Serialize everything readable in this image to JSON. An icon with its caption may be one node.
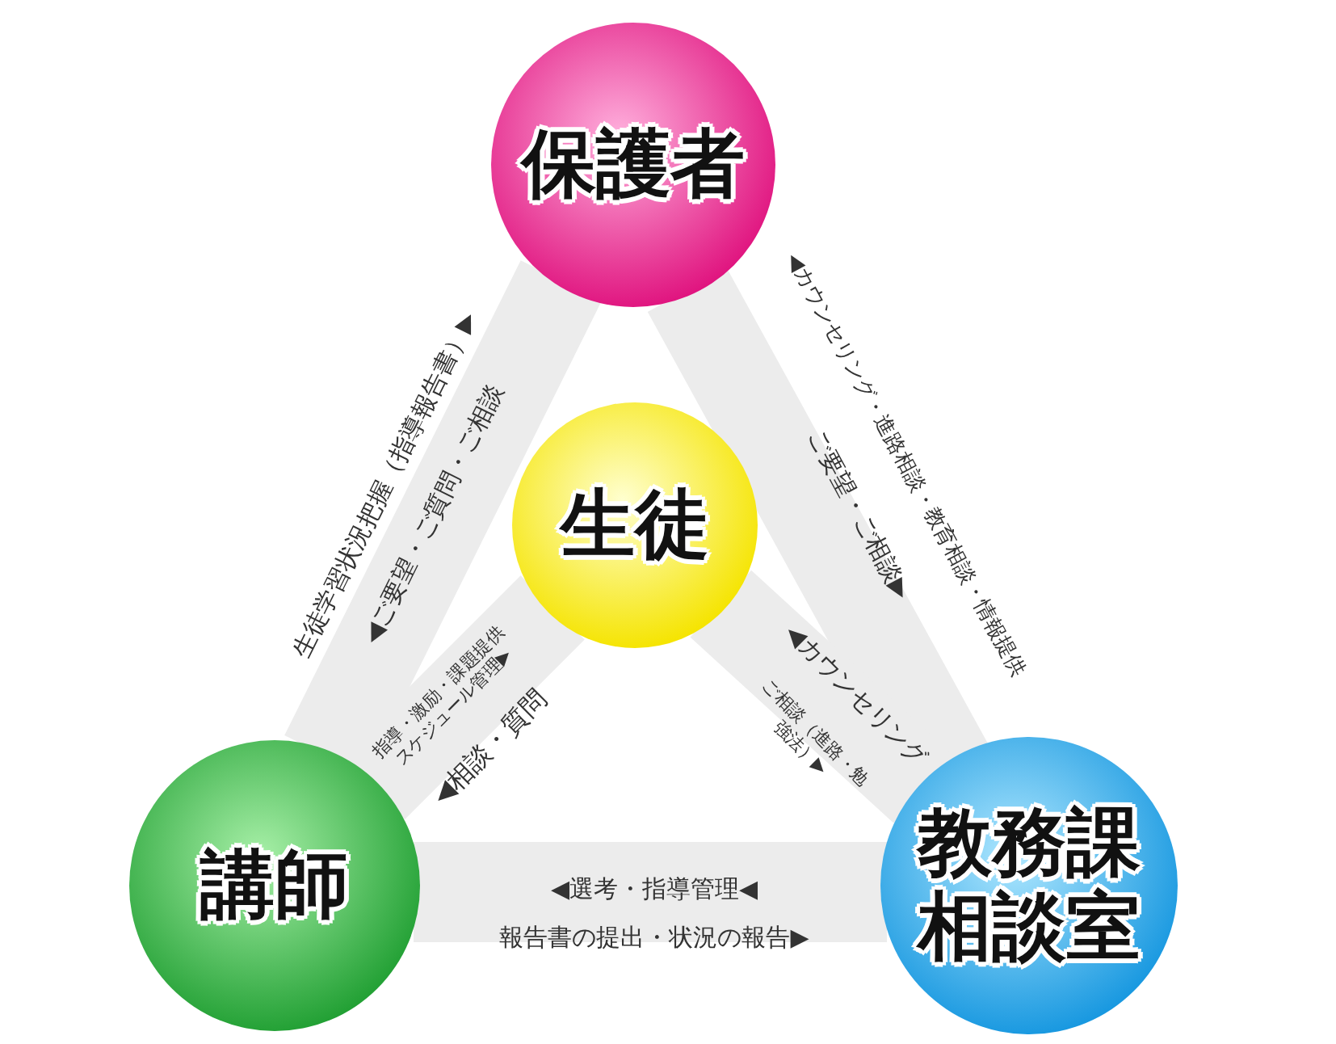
{
  "diagram": {
    "nodes": [
      {
        "text": [
          "保護者"
        ]
      },
      {
        "text": [
          "生徒"
        ]
      },
      {
        "text": [
          "講師"
        ]
      },
      {
        "text": [
          "教務課相談室"
        ]
      }
    ],
    "edges": [
      {
        "from": 2,
        "to": 0,
        "arrow": "none"
      },
      {
        "from": 0,
        "to": 3,
        "arrow": "none"
      },
      {
        "from": 2,
        "to": 1,
        "arrow": "none"
      },
      {
        "from": 1,
        "to": 3,
        "arrow": "none"
      },
      {
        "from": 2,
        "to": 3,
        "arrow": "none"
      }
    ],
    "labels": [
      "生徒学習状況把握（指導報告書）▶",
      "◀ご要望・ご質問・ご相談",
      "◀カウンセリング・進路相談・教育相談・情報提供",
      "ご要望・ご相談▶",
      "指導・激励・課題提供スケジュール管理▶",
      "◀相談・質問",
      "◀カウンセリング",
      "ご相談（進路・勉強法）▶",
      "◀選考・指導管理◀",
      "報告書の提出・状況の報告▶"
    ]
  }
}
